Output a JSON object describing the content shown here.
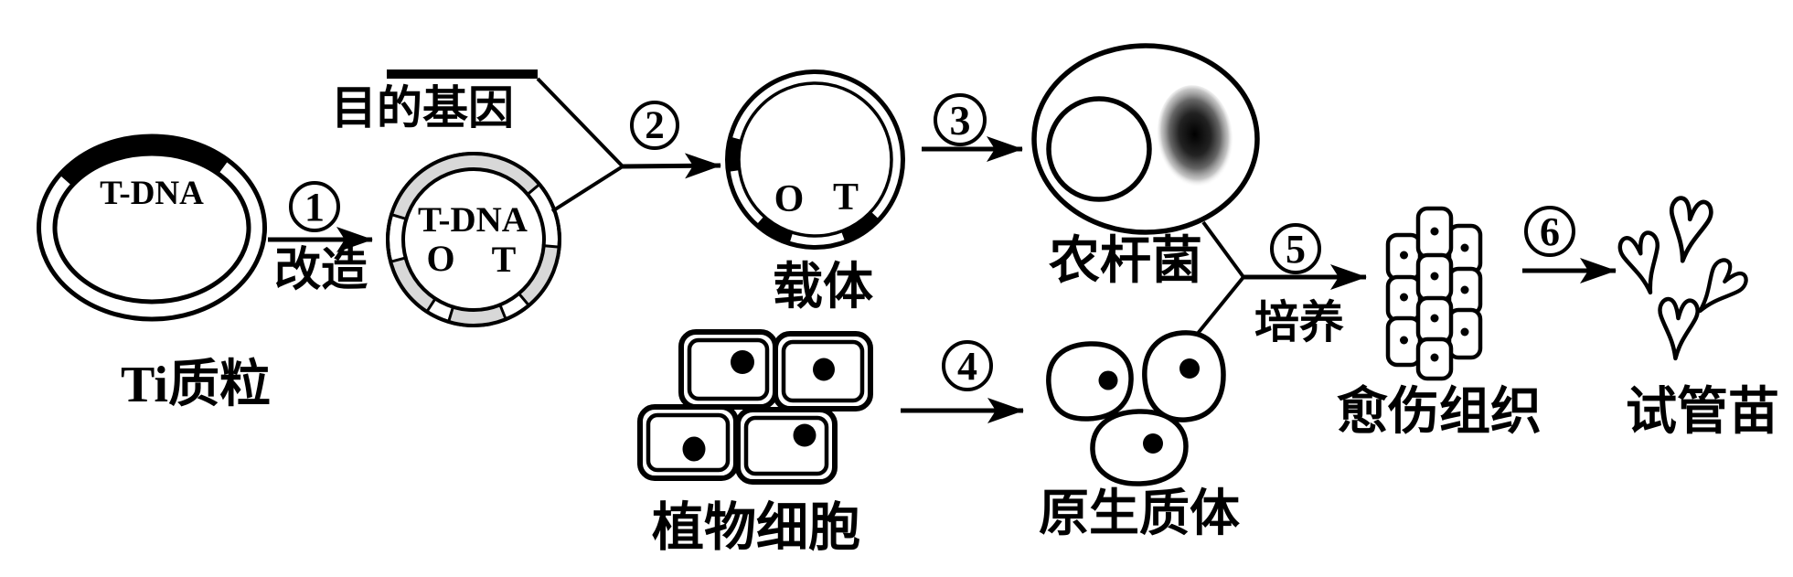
{
  "colors": {
    "ink": "#000000",
    "plasmid_ring_gray": "#d8d8d8",
    "background": "#ffffff"
  },
  "nodes": {
    "ti_plasmid": {
      "label": "Ti质粒",
      "region": "T-DNA"
    },
    "target_gene": {
      "label": "目的基因"
    },
    "modified_plasmid": {
      "region": "T-DNA",
      "site_o": "O",
      "site_t": "T"
    },
    "vector": {
      "label": "载体",
      "site_o": "O",
      "site_t": "T"
    },
    "agrobacterium": {
      "label": "农杆菌"
    },
    "plant_cells": {
      "label": "植物细胞"
    },
    "protoplasts": {
      "label": "原生质体"
    },
    "callus": {
      "label": "愈伤组织"
    },
    "plantlets": {
      "label": "试管苗"
    }
  },
  "steps": {
    "step1": {
      "num": "1",
      "label": "改造"
    },
    "step2": {
      "num": "2"
    },
    "step3": {
      "num": "3"
    },
    "step4": {
      "num": "4"
    },
    "step5": {
      "num": "5",
      "label": "培养"
    },
    "step6": {
      "num": "6"
    }
  }
}
